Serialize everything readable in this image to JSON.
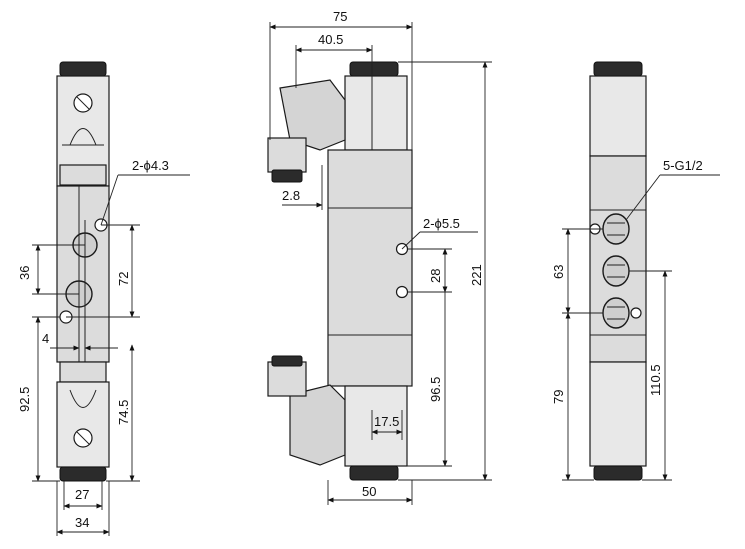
{
  "dimensions": {
    "left_view": {
      "hole_callout": "2-ϕ4.3",
      "d36": "36",
      "d72": "72",
      "d4": "4",
      "d92_5": "92.5",
      "d74_5": "74.5",
      "d27": "27",
      "d34": "34"
    },
    "middle_view": {
      "d75": "75",
      "d40_5": "40.5",
      "d2_8": "2.8",
      "hole_callout": "2-ϕ5.5",
      "d28": "28",
      "d221": "221",
      "d96_5": "96.5",
      "d17_5": "17.5",
      "d50": "50"
    },
    "right_view": {
      "port_callout": "5-G1/2",
      "d63": "63",
      "d79": "79",
      "d110_5": "110.5"
    }
  }
}
